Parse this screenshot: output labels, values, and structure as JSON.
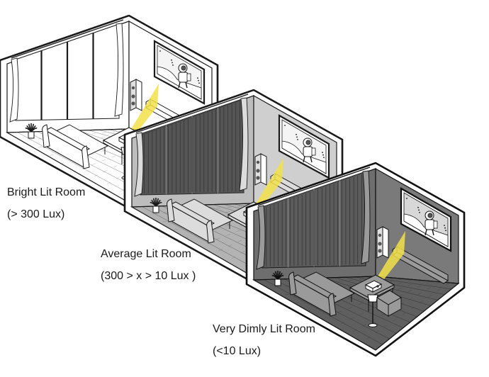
{
  "rooms": [
    {
      "id": "bright",
      "title": "Bright Lit Room",
      "range": "(> 300 Lux)",
      "colors": {
        "outer": "#ffffff",
        "wall_left": "#ffffff",
        "wall_right": "#ffffff",
        "floor": "#ffffff",
        "furniture": "#ffffff",
        "line": "#1a1a1a"
      }
    },
    {
      "id": "average",
      "title": "Average Lit Room",
      "range": "(300 > x > 10 Lux )",
      "colors": {
        "outer": "#ffffff",
        "wall_left": "#bdbdbd",
        "wall_right": "#cfcfcf",
        "floor": "#b3b3b3",
        "furniture": "#dcdcdc",
        "line": "#1a1a1a"
      }
    },
    {
      "id": "dim",
      "title": "Very Dimly Lit Room",
      "range": "(<10 Lux)",
      "colors": {
        "outer": "#ffffff",
        "wall_left": "#6e6e6e",
        "wall_right": "#7a7a7a",
        "floor": "#5f5f5f",
        "furniture": "#9a9a9a",
        "line": "#111111"
      }
    }
  ],
  "projector_beam_color": "#f2e04a",
  "screen_image": "astronaut-on-moon",
  "icons": [
    "projector-icon",
    "speaker-icon",
    "sofa-icon",
    "floor-lamp-icon",
    "plant-icon",
    "tv-stand-icon",
    "curtain-icon"
  ]
}
